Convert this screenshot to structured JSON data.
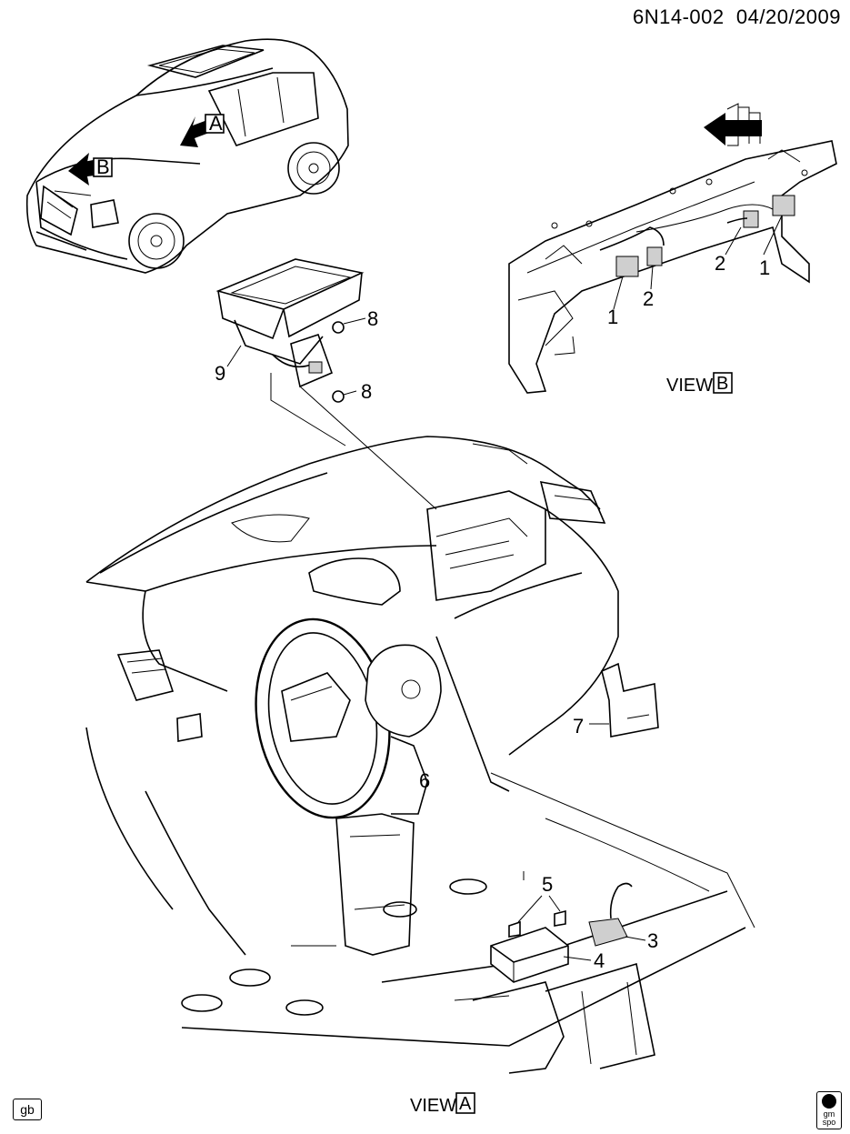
{
  "header": {
    "code": "6N14-002",
    "date": "04/20/2009"
  },
  "views": {
    "view_word": "VIEW",
    "view_a_letter": "A",
    "view_b_letter": "B"
  },
  "arrows": {
    "a_letter": "A",
    "b_letter": "B"
  },
  "callouts": {
    "c1_left": "1",
    "c1_right": "1",
    "c2_left": "2",
    "c2_right": "2",
    "c3": "3",
    "c4": "4",
    "c5": "5",
    "c6": "6",
    "c7": "7",
    "c8_top": "8",
    "c8_bottom": "8",
    "c9": "9"
  },
  "badges": {
    "left": "gb",
    "right_top": "gm",
    "right_bottom": "spo"
  },
  "icons": [
    "arrow-a-icon",
    "arrow-b-icon",
    "front-direction-arrow-icon",
    "gm-spo-logo-icon"
  ]
}
